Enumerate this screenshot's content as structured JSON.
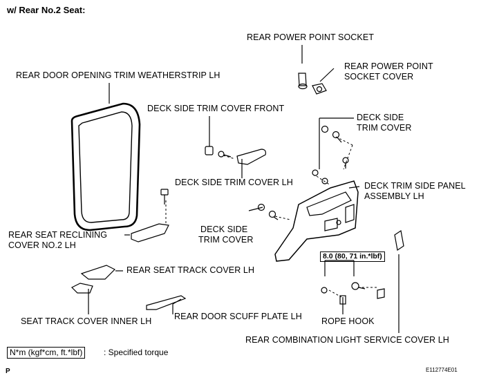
{
  "header": "w/ Rear No.2 Seat:",
  "labels": {
    "rear_power_point_socket": "REAR POWER POINT SOCKET",
    "rear_power_point_socket_cover_1": "REAR POWER POINT",
    "rear_power_point_socket_cover_2": "SOCKET COVER",
    "rear_door_opening_trim": "REAR DOOR OPENING TRIM WEATHERSTRIP LH",
    "deck_side_trim_cover_front": "DECK SIDE TRIM COVER FRONT",
    "deck_side_trim_cover_top_1": "DECK SIDE",
    "deck_side_trim_cover_top_2": "TRIM COVER",
    "deck_side_trim_cover_lh": "DECK SIDE TRIM COVER LH",
    "deck_trim_side_panel_1": "DECK TRIM SIDE PANEL",
    "deck_trim_side_panel_2": "ASSEMBLY LH",
    "rear_seat_reclining_cover_1": "REAR SEAT RECLINING",
    "rear_seat_reclining_cover_2": "COVER NO.2 LH",
    "deck_side_trim_cover_mid_1": "DECK SIDE",
    "deck_side_trim_cover_mid_2": "TRIM COVER",
    "rear_seat_track_cover": "REAR SEAT TRACK COVER LH",
    "seat_track_cover_inner": "SEAT TRACK COVER INNER LH",
    "rear_door_scuff_plate": "REAR DOOR SCUFF PLATE LH",
    "rope_hook": "ROPE HOOK",
    "rear_combination_light_cover": "REAR COMBINATION LIGHT SERVICE COVER LH"
  },
  "torque_spec": "8.0 (80, 71 in.*lbf)",
  "legend": {
    "box": "N*m (kgf*cm, ft.*lbf)",
    "text": ": Specified torque"
  },
  "page_mark": "P",
  "figure_code": "E112774E01"
}
